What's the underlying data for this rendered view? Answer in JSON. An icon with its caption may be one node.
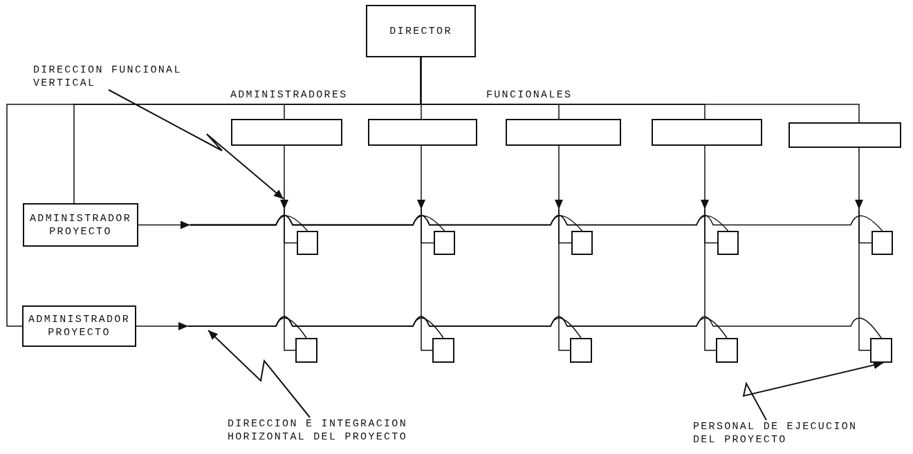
{
  "diagram": {
    "nodes": [
      {
        "text": [
          "DIRECTOR"
        ]
      },
      {
        "text": [],
        "shape": "box"
      },
      {
        "text": [],
        "shape": "box"
      },
      {
        "text": [],
        "shape": "box"
      },
      {
        "text": [],
        "shape": "box"
      },
      {
        "text": [],
        "shape": "box"
      },
      {
        "text": [
          "ADMINISTRADOR PROYECTO"
        ]
      },
      {
        "text": [
          "ADMINISTRADOR PROYECTO"
        ]
      },
      {
        "text": [],
        "shape": "box"
      },
      {
        "text": [],
        "shape": "box"
      },
      {
        "text": [],
        "shape": "box"
      },
      {
        "text": [],
        "shape": "box"
      },
      {
        "text": [],
        "shape": "box"
      },
      {
        "text": [],
        "shape": "box"
      },
      {
        "text": [],
        "shape": "box"
      },
      {
        "text": [],
        "shape": "box"
      },
      {
        "text": [],
        "shape": "box"
      },
      {
        "text": [],
        "shape": "box"
      },
      {
        "text": [
          "DIRECCION FUNCIONAL VERTICAL"
        ]
      },
      {
        "text": [
          "DIRECCION E INTEGRACION HORIZONTAL DEL PROYECTO"
        ]
      },
      {
        "text": [
          "PERSONAL DE EJECUCION DEL PROYECTO"
        ]
      }
    ],
    "edges": [
      {
        "from": 0,
        "to": 1,
        "arrow": "none"
      },
      {
        "from": 0,
        "to": 2,
        "arrow": "none"
      },
      {
        "from": 0,
        "to": 3,
        "arrow": "none"
      },
      {
        "from": 0,
        "to": 4,
        "arrow": "none"
      },
      {
        "from": 0,
        "to": 5,
        "arrow": "none"
      },
      {
        "from": 0,
        "to": 6,
        "arrow": "none"
      },
      {
        "from": 0,
        "to": 7,
        "arrow": "none"
      },
      {
        "from": 1,
        "to": null,
        "arrow": "to"
      },
      {
        "from": 2,
        "to": null,
        "arrow": "to"
      },
      {
        "from": 3,
        "to": null,
        "arrow": "to"
      },
      {
        "from": 4,
        "to": null,
        "arrow": "to"
      },
      {
        "from": 5,
        "to": null,
        "arrow": "to"
      },
      {
        "from": null,
        "to": 8,
        "arrow": "none"
      },
      {
        "from": null,
        "to": 9,
        "arrow": "none"
      },
      {
        "from": null,
        "to": 10,
        "arrow": "none"
      },
      {
        "from": null,
        "to": 11,
        "arrow": "none"
      },
      {
        "from": null,
        "to": 12,
        "arrow": "none"
      },
      {
        "from": null,
        "to": 13,
        "arrow": "none"
      },
      {
        "from": null,
        "to": 14,
        "arrow": "none"
      },
      {
        "from": null,
        "to": 15,
        "arrow": "none"
      },
      {
        "from": null,
        "to": 16,
        "arrow": "none"
      },
      {
        "from": null,
        "to": 17,
        "arrow": "none"
      },
      {
        "from": 6,
        "to": null,
        "arrow": "to"
      },
      {
        "from": 7,
        "to": null,
        "arrow": "to"
      },
      {
        "from": null,
        "to": 8,
        "arrow": "none"
      },
      {
        "from": null,
        "to": 9,
        "arrow": "none"
      },
      {
        "from": null,
        "to": 10,
        "arrow": "none"
      },
      {
        "from": null,
        "to": 11,
        "arrow": "none"
      },
      {
        "from": null,
        "to": 12,
        "arrow": "none"
      },
      {
        "from": null,
        "to": 13,
        "arrow": "none"
      },
      {
        "from": null,
        "to": 14,
        "arrow": "none"
      },
      {
        "from": null,
        "to": 15,
        "arrow": "none"
      },
      {
        "from": null,
        "to": 16,
        "arrow": "none"
      },
      {
        "from": null,
        "to": 17,
        "arrow": "none"
      },
      {
        "from": 18,
        "to": null,
        "arrow": "to"
      },
      {
        "from": 19,
        "to": null,
        "arrow": "to"
      },
      {
        "from": 20,
        "to": 17,
        "arrow": "to"
      }
    ],
    "labels": [
      "ADMINISTRADORES",
      "FUNCIONALES"
    ]
  }
}
